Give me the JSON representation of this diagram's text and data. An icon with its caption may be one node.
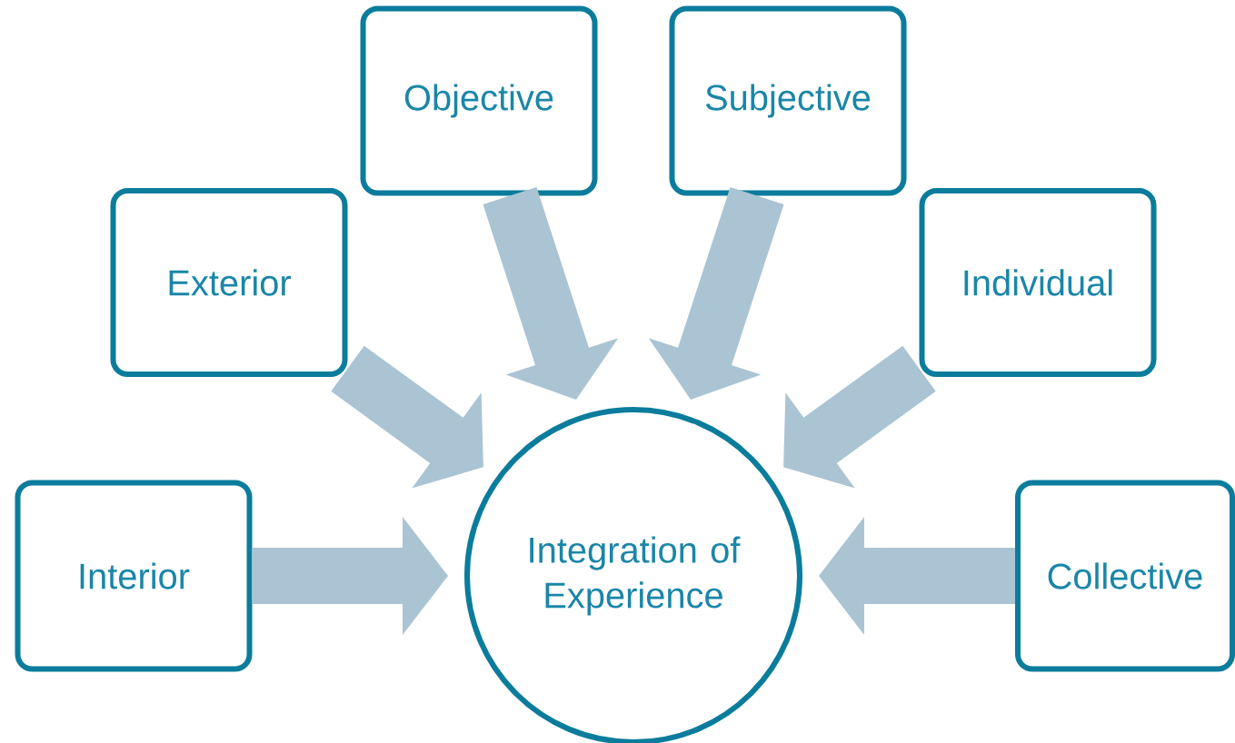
{
  "diagram": {
    "nodes": [
      {
        "text": [
          "Interior"
        ]
      },
      {
        "text": [
          "Exterior"
        ]
      },
      {
        "text": [
          "Objective"
        ]
      },
      {
        "text": [
          "Subjective"
        ]
      },
      {
        "text": [
          "Individual"
        ]
      },
      {
        "text": [
          "Collective"
        ]
      },
      {
        "text": [
          "Integration of Experience"
        ]
      }
    ],
    "edges": [
      {
        "from": 0,
        "to": 6,
        "arrow": "to"
      },
      {
        "from": 1,
        "to": 6,
        "arrow": "to"
      },
      {
        "from": 2,
        "to": 6,
        "arrow": "to"
      },
      {
        "from": 3,
        "to": 6,
        "arrow": "to"
      },
      {
        "from": 4,
        "to": 6,
        "arrow": "to"
      },
      {
        "from": 5,
        "to": 6,
        "arrow": "to"
      }
    ]
  }
}
